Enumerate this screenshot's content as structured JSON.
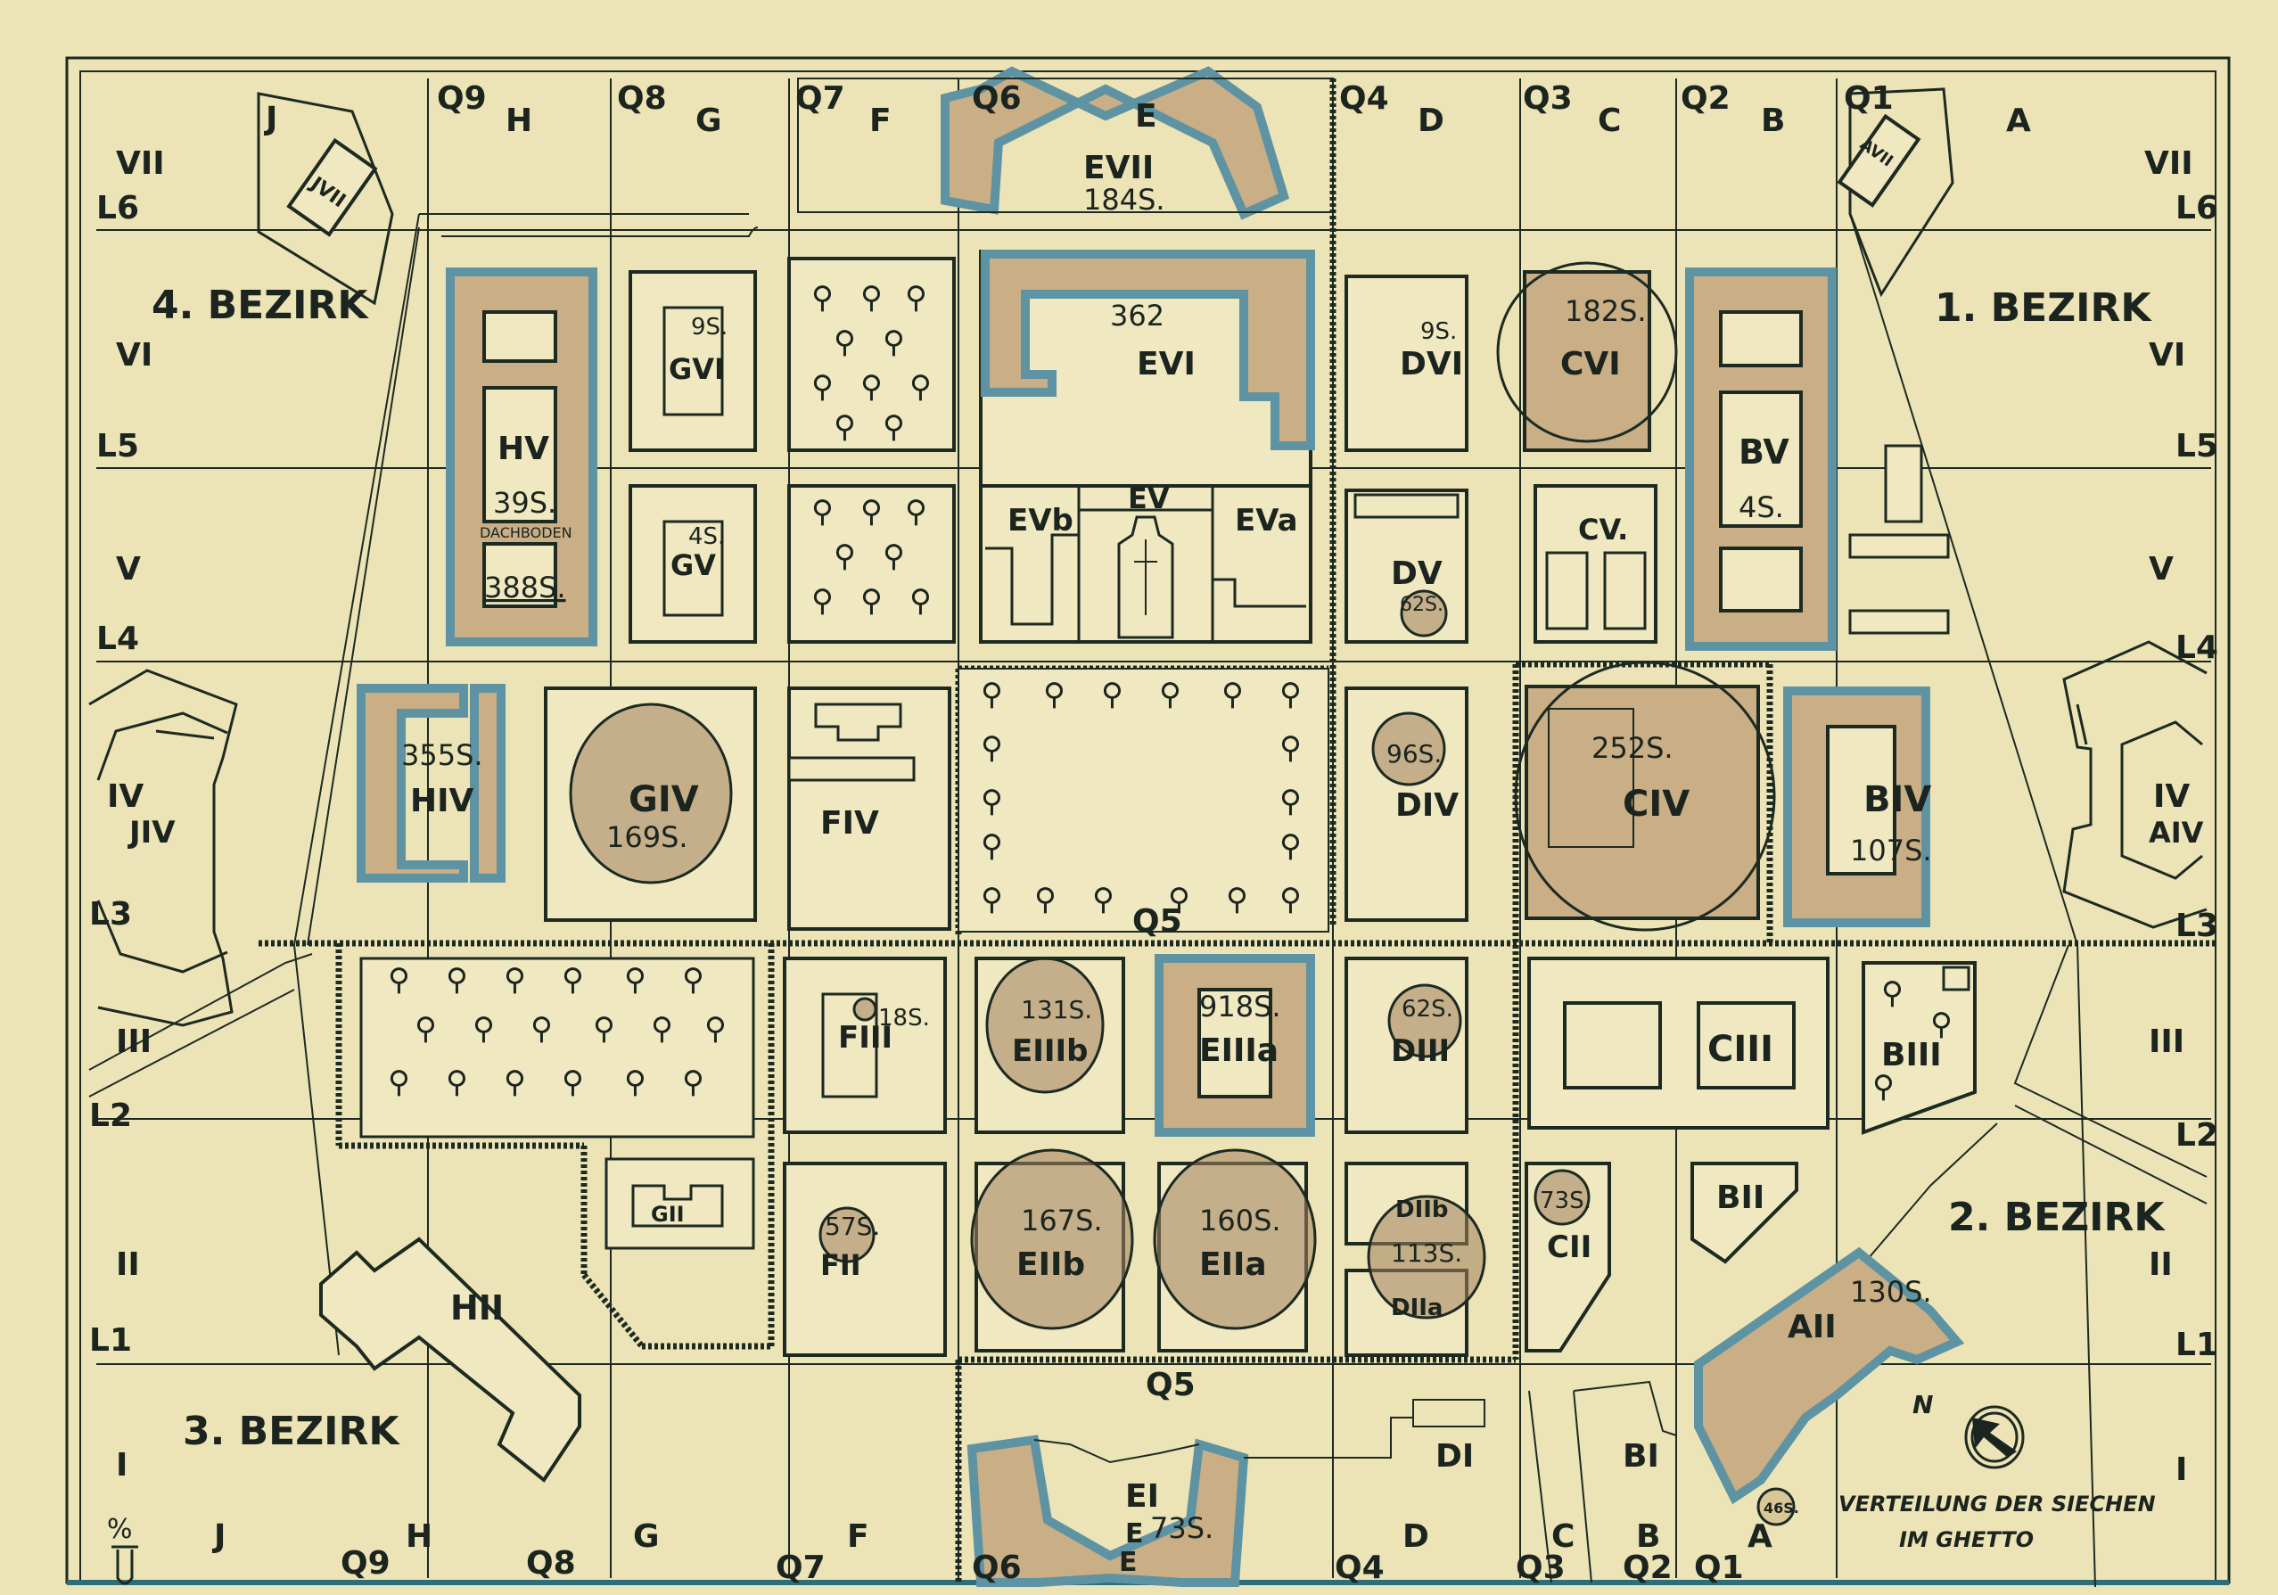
{
  "title": {
    "line1": "VERTEILUNG DER SIECHEN",
    "line2": "IM GHETTO"
  },
  "legend": {
    "sample_label": "46S."
  },
  "north_label": "N",
  "corner_mark": "%",
  "districts": [
    {
      "id": "1",
      "label": "1. BEZIRK"
    },
    {
      "id": "2",
      "label": "2. BEZIRK"
    },
    {
      "id": "3",
      "label": "3. BEZIRK"
    },
    {
      "id": "4",
      "label": "4. BEZIRK"
    }
  ],
  "grid": {
    "columns_top": [
      "J",
      "H",
      "G",
      "F",
      "E",
      "D",
      "C",
      "B",
      "A"
    ],
    "columns_bottom": [
      "J",
      "H",
      "G",
      "F",
      "E",
      "D",
      "C",
      "B",
      "A"
    ],
    "q_lines_top": [
      "Q9",
      "Q8",
      "Q7",
      "Q6",
      "Q4",
      "Q3",
      "Q2",
      "Q1"
    ],
    "q_lines_bottom": [
      "Q9",
      "Q8",
      "Q7",
      "Q6",
      "Q4",
      "Q3",
      "Q2",
      "Q1"
    ],
    "rows_left": [
      "VII",
      "VI",
      "V",
      "IV",
      "III",
      "II",
      "I"
    ],
    "rows_right": [
      "VII",
      "VI",
      "V",
      "IV",
      "III",
      "II",
      "I"
    ],
    "l_lines": [
      "L6",
      "L5",
      "L4",
      "L3",
      "L2",
      "L1"
    ],
    "q5_label": "Q5"
  },
  "buildings": [
    {
      "id": "JVII",
      "label": "JVII",
      "count": ""
    },
    {
      "id": "AVII",
      "label": "AVII",
      "count": ""
    },
    {
      "id": "EVII",
      "label": "EVII",
      "count": "184S."
    },
    {
      "id": "EVI",
      "label": "EVI",
      "count": "362"
    },
    {
      "id": "DVI",
      "label": "DVI",
      "count": "9S."
    },
    {
      "id": "CVI",
      "label": "CVI",
      "count": "182S."
    },
    {
      "id": "BV",
      "label": "BV",
      "count": "4S."
    },
    {
      "id": "HV",
      "label": "HV",
      "count": "39S.",
      "note": "DACHBODEN",
      "count2": "388S."
    },
    {
      "id": "GVI",
      "label": "GVI",
      "count": "9S."
    },
    {
      "id": "GV",
      "label": "GV",
      "count": "4S."
    },
    {
      "id": "EVb",
      "label": "EVb",
      "count": ""
    },
    {
      "id": "EV",
      "label": "EV",
      "count": ""
    },
    {
      "id": "EVa",
      "label": "EVa",
      "count": ""
    },
    {
      "id": "DV",
      "label": "DV",
      "count": "62S."
    },
    {
      "id": "CV",
      "label": "CV.",
      "count": ""
    },
    {
      "id": "JIV",
      "label": "JIV",
      "count": ""
    },
    {
      "id": "HIV",
      "label": "HIV",
      "count": "355S."
    },
    {
      "id": "GIV",
      "label": "GIV",
      "count": "169S."
    },
    {
      "id": "FIV",
      "label": "FIV",
      "count": ""
    },
    {
      "id": "DIV",
      "label": "DIV",
      "count": "96S."
    },
    {
      "id": "CIV",
      "label": "CIV",
      "count": "252S."
    },
    {
      "id": "BIV",
      "label": "BIV",
      "count": "107S."
    },
    {
      "id": "AIV",
      "label": "AIV",
      "count": ""
    },
    {
      "id": "FIII",
      "label": "FIII",
      "count": "18S."
    },
    {
      "id": "EIIIb",
      "label": "EIIIb",
      "count": "131S."
    },
    {
      "id": "EIIIa",
      "label": "EIIIa",
      "count": "918S."
    },
    {
      "id": "DIII",
      "label": "DIII",
      "count": "62S."
    },
    {
      "id": "CIII",
      "label": "CIII",
      "count": ""
    },
    {
      "id": "BIII",
      "label": "BIII",
      "count": ""
    },
    {
      "id": "GII",
      "label": "GII",
      "count": ""
    },
    {
      "id": "HII",
      "label": "HII",
      "count": ""
    },
    {
      "id": "FII",
      "label": "FII",
      "count": "57S."
    },
    {
      "id": "EIIb",
      "label": "EIIb",
      "count": "167S."
    },
    {
      "id": "EIIa",
      "label": "EIIa",
      "count": "160S."
    },
    {
      "id": "DIIb",
      "label": "DIIb",
      "count": "113S."
    },
    {
      "id": "DIIa",
      "label": "DIIa",
      "count": ""
    },
    {
      "id": "CII",
      "label": "CII",
      "count": "73S."
    },
    {
      "id": "BII",
      "label": "BII",
      "count": ""
    },
    {
      "id": "AII",
      "label": "AII",
      "count": "130S."
    },
    {
      "id": "EI",
      "label": "EI",
      "count": "73S.",
      "prefix": "E"
    },
    {
      "id": "DI",
      "label": "DI",
      "count": ""
    },
    {
      "id": "BI",
      "label": "BI",
      "count": ""
    }
  ],
  "colors": {
    "paper": "#ece4b6",
    "ink": "#1d2a22",
    "shade": "#c9ae86",
    "blue_edge": "#5e93a3"
  }
}
